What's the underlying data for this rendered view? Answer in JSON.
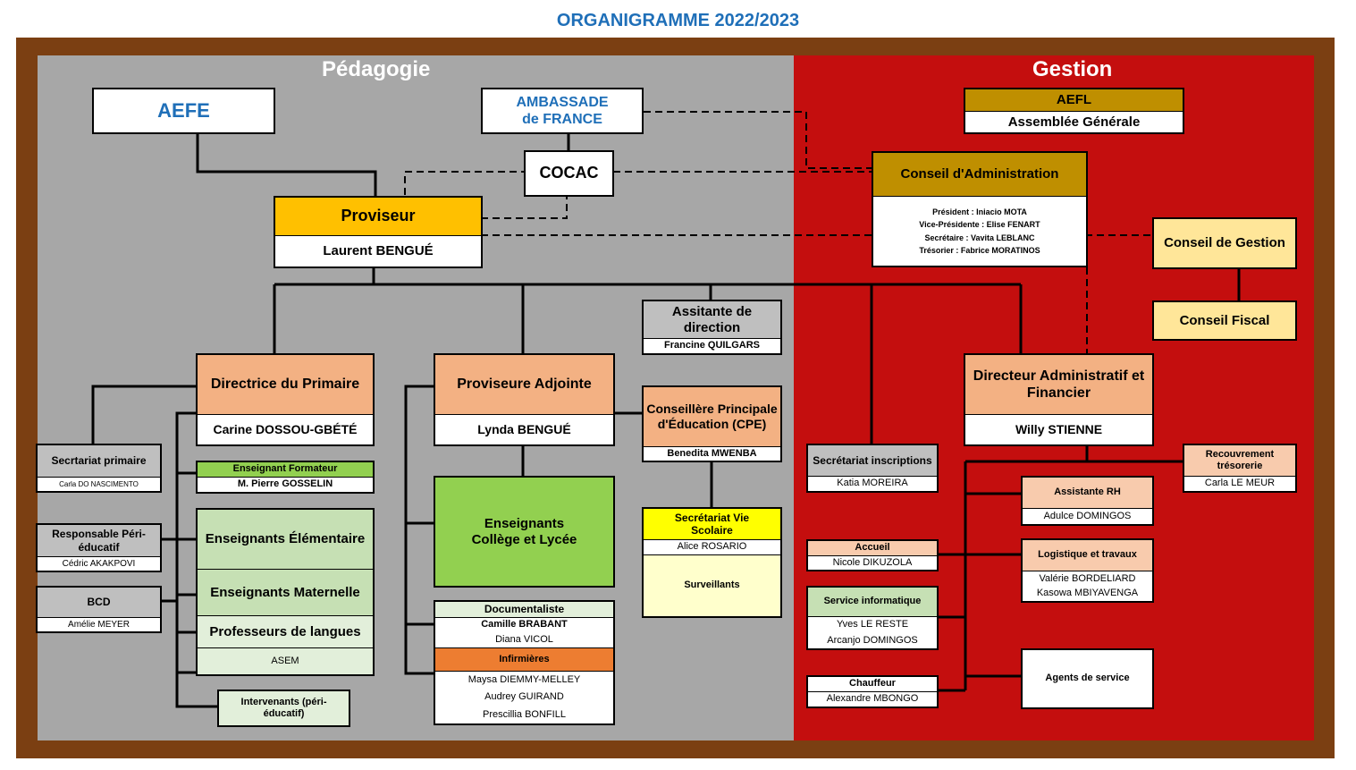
{
  "title": "ORGANIGRAMME 2022/2023",
  "zones": {
    "pedagogie": "Pédagogie",
    "gestion": "Gestion"
  },
  "nodes": {
    "aefe": "AEFE",
    "ambassade": [
      "AMBASSADE",
      "de FRANCE"
    ],
    "cocac": "COCAC",
    "proviseur": {
      "title": "Proviseur",
      "name": "Laurent BENGUÉ"
    },
    "aefl": {
      "title": "AEFL",
      "sub": "Assemblée Générale"
    },
    "ca": {
      "title": "Conseil d'Administration",
      "members": [
        "Président : Iniacio MOTA",
        "Vice-Présidente : Elise FENART",
        "Secrétaire : Vavita LEBLANC",
        "Trésorier : Fabrice MORATINOS"
      ]
    },
    "conseil_gestion": "Conseil de Gestion",
    "conseil_fiscal": "Conseil Fiscal",
    "assistante_direction": {
      "title": "Assitante de direction",
      "name": "Francine QUILGARS"
    },
    "directrice_primaire": {
      "title": "Directrice du Primaire",
      "name": "Carine DOSSOU-GBÉTÉ"
    },
    "proviseure_adjointe": {
      "title": "Proviseure Adjointe",
      "name": "Lynda BENGUÉ"
    },
    "cpe": {
      "title": "Conseillère Principale d'Éducation (CPE)",
      "name": "Benedita MWENBA"
    },
    "daf": {
      "title": "Directeur Administratif et Financier",
      "name": "Willy STIENNE"
    },
    "secretariat_primaire": {
      "title": "Secrtariat primaire",
      "name": "Carla DO NASCIMENTO"
    },
    "enseignant_formateur": {
      "title": "Enseignant Formateur",
      "name": "M. Pierre GOSSELIN"
    },
    "responsable_peri": {
      "title": "Responsable Péri-éducatif",
      "name": "Cédric AKAKPOVI"
    },
    "bcd": {
      "title": "BCD",
      "name": "Amélie MEYER"
    },
    "ens_elementaire": "Enseignants Élémentaire",
    "ens_maternelle": "Enseignants Maternelle",
    "prof_langues": "Professeurs de langues",
    "asem": "ASEM",
    "intervenants": "Intervenants (péri-éducatif)",
    "ens_college": "Enseignants Collège et Lycée",
    "documentaliste": {
      "title": "Documentaliste",
      "names": [
        "Camille BRABANT",
        "Diana VICOL"
      ]
    },
    "infirmieres": {
      "title": "Infirmières",
      "names": [
        "Maysa DIEMMY-MELLEY",
        "Audrey GUIRAND",
        "Prescillia BONFILL"
      ]
    },
    "vie_scolaire": {
      "title": "Secrétariat Vie Scolaire",
      "name": "Alice ROSARIO"
    },
    "surveillants": "Surveillants",
    "secretariat_inscriptions": {
      "title": "Secrétariat inscriptions",
      "name": "Katia MOREIRA"
    },
    "recouvrement": {
      "title": "Recouvrement trésorerie",
      "name": "Carla LE MEUR"
    },
    "assistante_rh": {
      "title": "Assistante RH",
      "name": "Adulce DOMINGOS"
    },
    "accueil": {
      "title": "Accueil",
      "name": "Nicole DIKUZOLA"
    },
    "logistique": {
      "title": "Logistique et travaux",
      "names": [
        "Valérie BORDELIARD",
        "Kasowa MBIYAVENGA"
      ]
    },
    "informatique": {
      "title": "Service informatique",
      "names": [
        "Yves LE RESTE",
        "Arcanjo DOMINGOS"
      ]
    },
    "chauffeur": {
      "title": "Chauffeur",
      "name": "Alexandre MBONGO"
    },
    "agents_service": "Agents de service"
  },
  "colors": {
    "pedagogie_bg": "#a7a7a7",
    "gestion_bg": "#c40e0e",
    "frame": "#7b3f12",
    "title": "#1f6fb8"
  }
}
